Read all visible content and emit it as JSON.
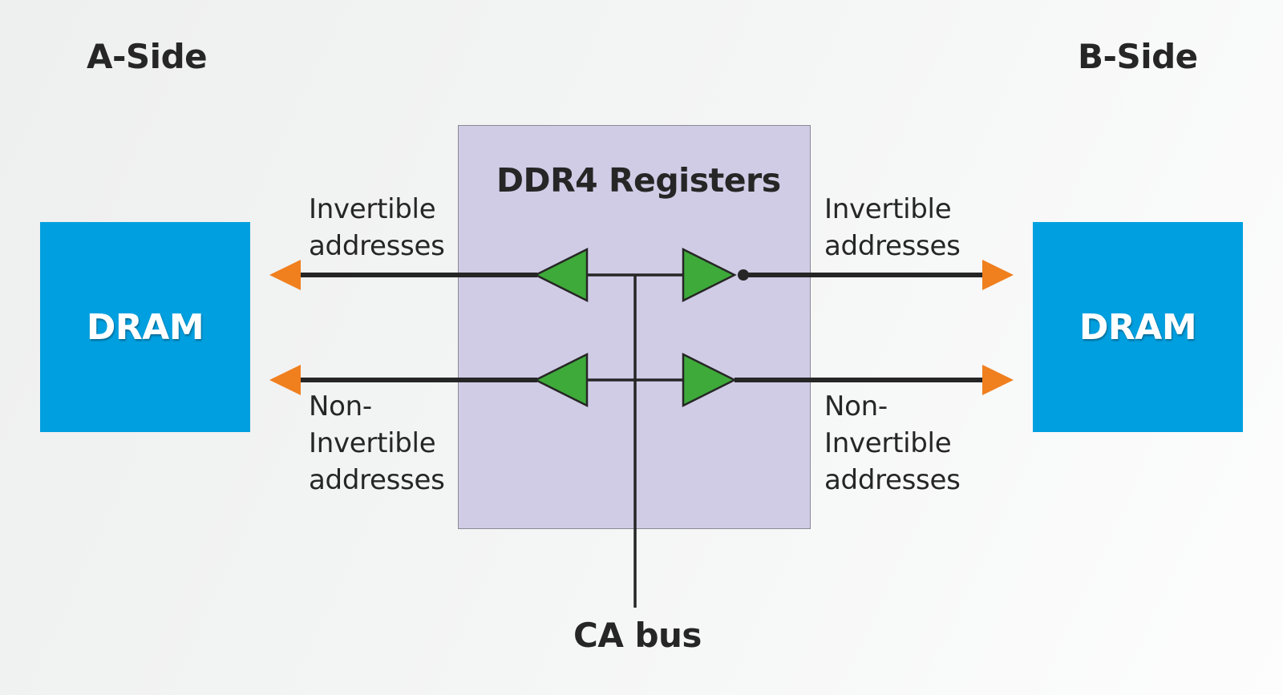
{
  "diagram": {
    "a_side": {
      "title": "A-Side",
      "block_label": "DRAM"
    },
    "b_side": {
      "title": "B-Side",
      "block_label": "DRAM"
    },
    "register": {
      "title": "DDR4 Registers"
    },
    "signals": {
      "invertible": {
        "left_lines": [
          "Invertible",
          "addresses"
        ],
        "right_lines": [
          "Invertible",
          "addresses"
        ],
        "b_side_inverted": true
      },
      "non_invertible": {
        "left_lines": [
          "Non-",
          "Invertible",
          "addresses"
        ],
        "right_lines": [
          "Non-",
          "Invertible",
          "addresses"
        ]
      }
    },
    "bus_label": "CA bus",
    "colors": {
      "dram": "#00a0e0",
      "register": "#d0cce6",
      "buffer": "#3eaa3a",
      "arrow": "#f07f1e",
      "line": "#262626"
    }
  }
}
